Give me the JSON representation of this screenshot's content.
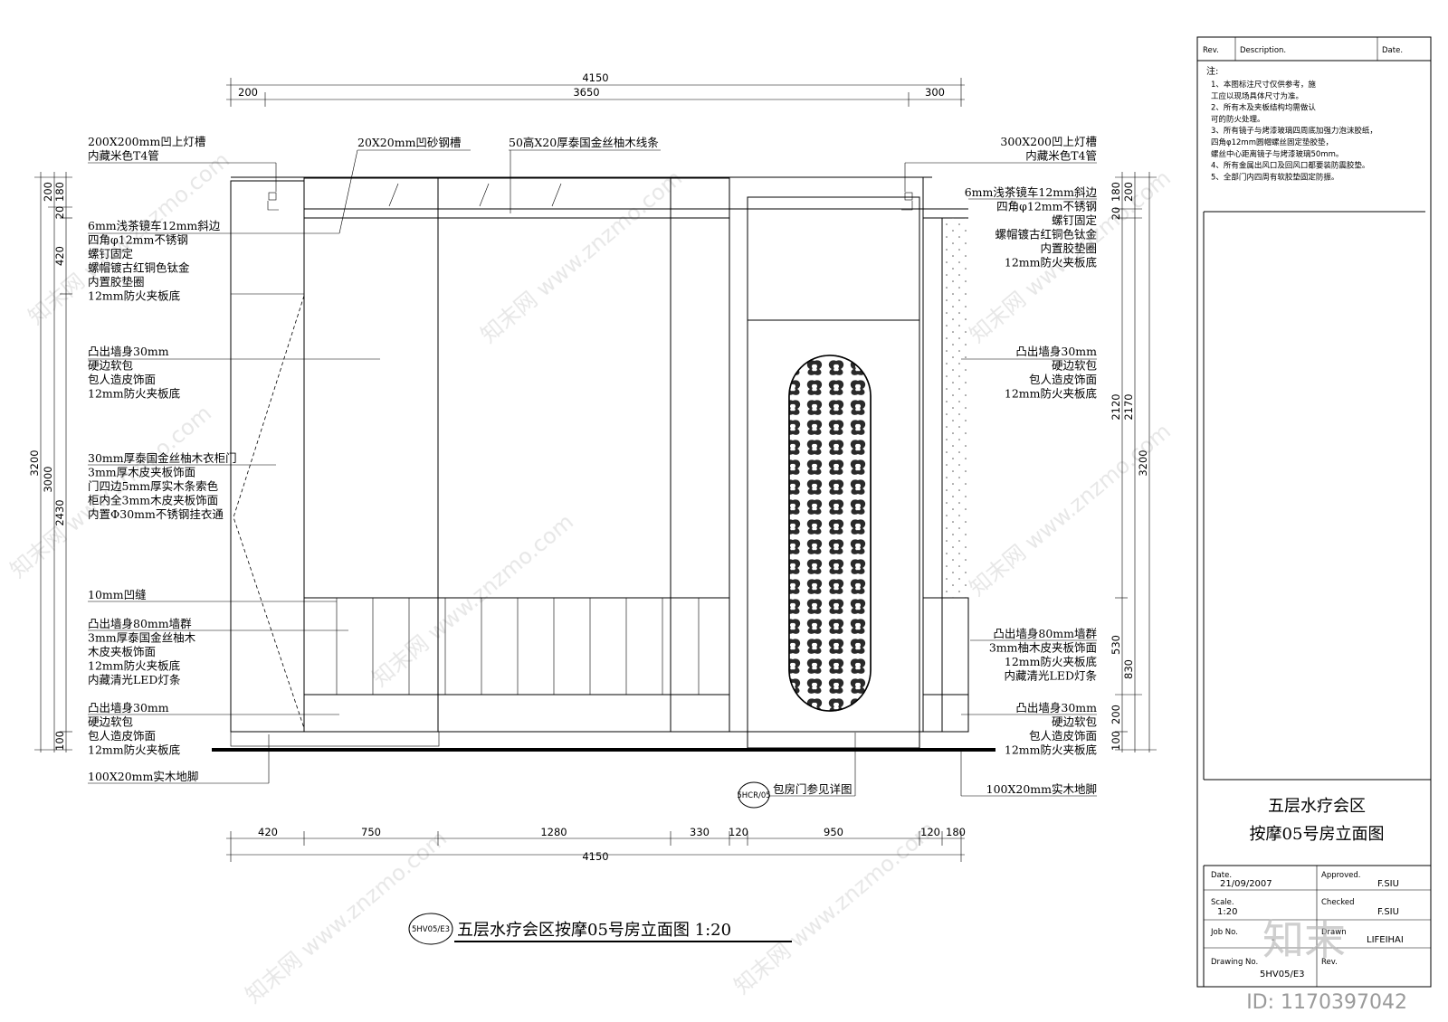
{
  "dims": {
    "top_total": "4150",
    "top_left": "200",
    "top_mid": "3650",
    "top_right": "300",
    "bottom": [
      "420",
      "750",
      "1280",
      "330",
      "120",
      "950",
      "120",
      "180"
    ],
    "bottom_total": "4150",
    "left_outer": "3200",
    "left_inner": "3000",
    "left_a": "200",
    "left_b": "180",
    "left_c": "20",
    "left_d": "420",
    "left_e": "2430",
    "left_f": "100",
    "right_a": "200",
    "right_b": "180",
    "right_c": "20",
    "right_d": "2120",
    "right_e": "2170",
    "right_f": "530",
    "right_g": "830",
    "right_h": "200",
    "right_i": "100",
    "right_outer": "3200"
  },
  "left_labels": [
    {
      "lines": [
        "200X200mm凹上灯槽",
        "内藏米色T4管"
      ]
    },
    {
      "lines": [
        "6mm浅茶镜车12mm斜边",
        "四角φ12mm不锈钢",
        "螺钉固定",
        "螺帽镀古红铜色钛金",
        "内置胶垫圈",
        "12mm防火夹板底"
      ]
    },
    {
      "lines": [
        "凸出墙身30mm",
        "硬边软包",
        "包人造皮饰面",
        "12mm防火夹板底"
      ]
    },
    {
      "lines": [
        "30mm厚泰国金丝柚木衣柜门",
        "3mm厚木皮夹板饰面",
        "门四边5mm厚实木条索色",
        "柜内全3mm木皮夹板饰面",
        "内置Φ30mm不锈钢挂衣通"
      ]
    },
    {
      "lines": [
        "10mm凹缝"
      ]
    },
    {
      "lines": [
        "凸出墙身80mm墙群",
        "3mm厚泰国金丝柚木",
        "木皮夹板饰面",
        "12mm防火夹板底",
        "内藏清光LED灯条"
      ]
    },
    {
      "lines": [
        "凸出墙身30mm",
        "硬边软包",
        "包人造皮饰面",
        "12mm防火夹板底"
      ]
    },
    {
      "lines": [
        "100X20mm实木地脚"
      ]
    }
  ],
  "top_labels": [
    "20X20mm凹砂钢槽",
    "50高X20厚泰国金丝柚木线条"
  ],
  "right_labels": [
    {
      "lines": [
        "300X200凹上灯槽",
        "内藏米色T4管"
      ]
    },
    {
      "lines": [
        "6mm浅茶镜车12mm斜边",
        "四角φ12mm不锈钢",
        "螺钉固定",
        "螺帽镀古红铜色钛金",
        "内置胶垫圈",
        "12mm防火夹板底"
      ]
    },
    {
      "lines": [
        "凸出墙身30mm",
        "硬边软包",
        "包人造皮饰面",
        "12mm防火夹板底"
      ]
    },
    {
      "lines": [
        "凸出墙身80mm墙群",
        "3mm柚木皮夹板饰面",
        "12mm防火夹板底",
        "内藏清光LED灯条"
      ]
    },
    {
      "lines": [
        "凸出墙身30mm",
        "硬边软包",
        "包人造皮饰面",
        "12mm防火夹板底"
      ]
    },
    {
      "lines": [
        "100X20mm实木地脚"
      ]
    }
  ],
  "door_ref": {
    "tag": "5HCR/05",
    "text": "包房门参见详图"
  },
  "drawing_title": {
    "tag": "5HV05/E3",
    "text": "五层水疗会区按摩05号房立面图 1:20"
  },
  "title_block": {
    "rev_header": "Rev.",
    "desc_header": "Description.",
    "date_header": "Date.",
    "notes_title": "注:",
    "notes": [
      "1、本图标注尺寸仅供参考，施",
      "    工应以现场具体尺寸为准。",
      "2、所有木及夹板结构均需做认",
      "    可的防火处理。",
      "3、所有镜子与烤漆玻璃四周底加强力泡沫胶纸，",
      "    四角φ12mm圆帽螺丝固定垫胶垫，",
      "    螺丝中心距离镜子与烤漆玻璃50mm。",
      "4、所有金属出风口及回风口都要装防震胶垫。",
      "5、全部门内四周有软胶垫固定防振。"
    ],
    "project_line1": "五层水疗会区",
    "project_line2": "按摩05号房立面图",
    "date_label": "Date.",
    "date_value": "21/09/2007",
    "approved_label": "Approved.",
    "approved_value": "F.SIU",
    "scale_label": "Scale.",
    "scale_value": "1:20",
    "checked_label": "Checked",
    "checked_value": "F.SIU",
    "job_label": "Job No.",
    "job_value": "-",
    "drawn_label": "Drawn",
    "drawn_value": "LIFEIHAI",
    "drawing_no_label": "Drawing No.",
    "drawing_no_value": "5HV05/E3",
    "rev_label": "Rev.",
    "rev_value": ""
  },
  "watermark": {
    "text": "www.znzmo.com",
    "brand": "知末",
    "id": "ID: 1170397042"
  }
}
